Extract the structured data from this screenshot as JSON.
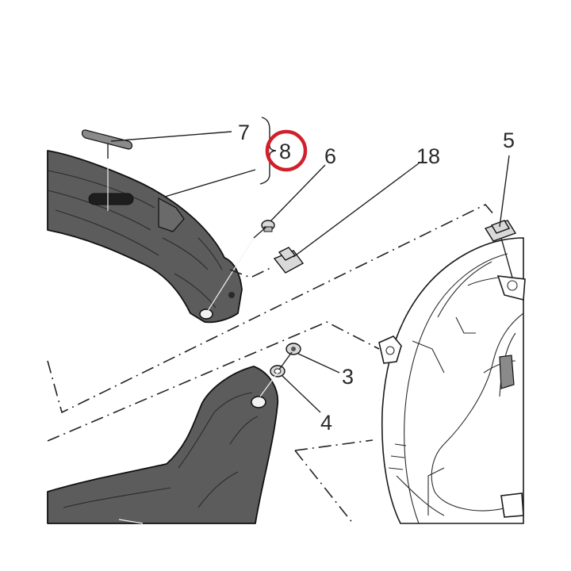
{
  "callouts": {
    "c7": "7",
    "c8": "8",
    "c6": "6",
    "c18": "18",
    "c5": "5",
    "c3": "3",
    "c4": "4"
  },
  "highlight": {
    "target": "8",
    "color": "#d0202a"
  },
  "colors": {
    "part_fill": "#5c5c5c",
    "line": "#222222"
  }
}
